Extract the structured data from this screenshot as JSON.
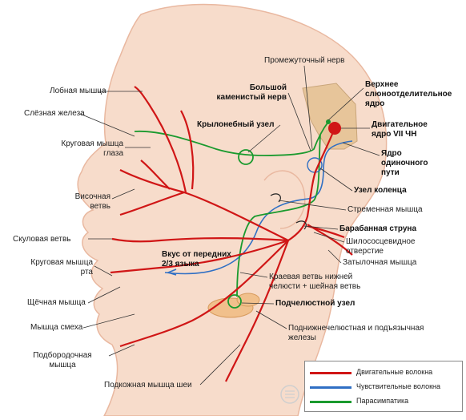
{
  "colors": {
    "motor": "#d01616",
    "sensory": "#2f6fc4",
    "parasympathetic": "#1a9a2e",
    "skin": "#f7dccb",
    "skin_outline": "#e9b8a0",
    "brainstem": "#e7c59a",
    "gland": "#f1c08c"
  },
  "labels": {
    "frontal": "Лобная мышца",
    "lacrimal": "Слёзная железа",
    "orbicularis_oculi": "Круговая мышца\nглаза",
    "temporal": "Височная\nветвь",
    "zygomatic": "Скуловая ветвь",
    "orbicularis_oris": "Круговая мышца\nрта",
    "buccal": "Щёчная мышца",
    "risorius": "Мышца смеха",
    "mentalis": "Подбородочная\nмышца",
    "platysma": "Подкожная мышца шеи",
    "intermediate": "Промежуточный нерв",
    "petrosal": "Большой\nкаменистый нерв",
    "pterygopalatine": "Крылонебный узел",
    "salivatory": "Верхнее\nслюноотделительное\nядро",
    "motor_nucleus": "Двигательное\nядро VII ЧН",
    "solitary": "Ядро\nодиночного\nпути",
    "geniculate": "Узел коленца",
    "stapedius": "Стременная мышца",
    "chorda": "Барабанная струна",
    "stylomastoid": "Шилососцевидное\nотверстие",
    "occipital": "Затылочная мышца",
    "mandibular": "Краевая ветвь нижней\nчелюсти + шейная ветвь",
    "submandibular_ganglion": "Подчелюстной узел",
    "glands": "Поднижнечелюстная и подъязычная\nжелезы",
    "taste": "Вкус от передних\n2/3 языка"
  },
  "legend": {
    "motor": "Двигательные волокна",
    "sensory": "Чувствительные волокна",
    "parasympathetic": "Парасимпатика"
  }
}
